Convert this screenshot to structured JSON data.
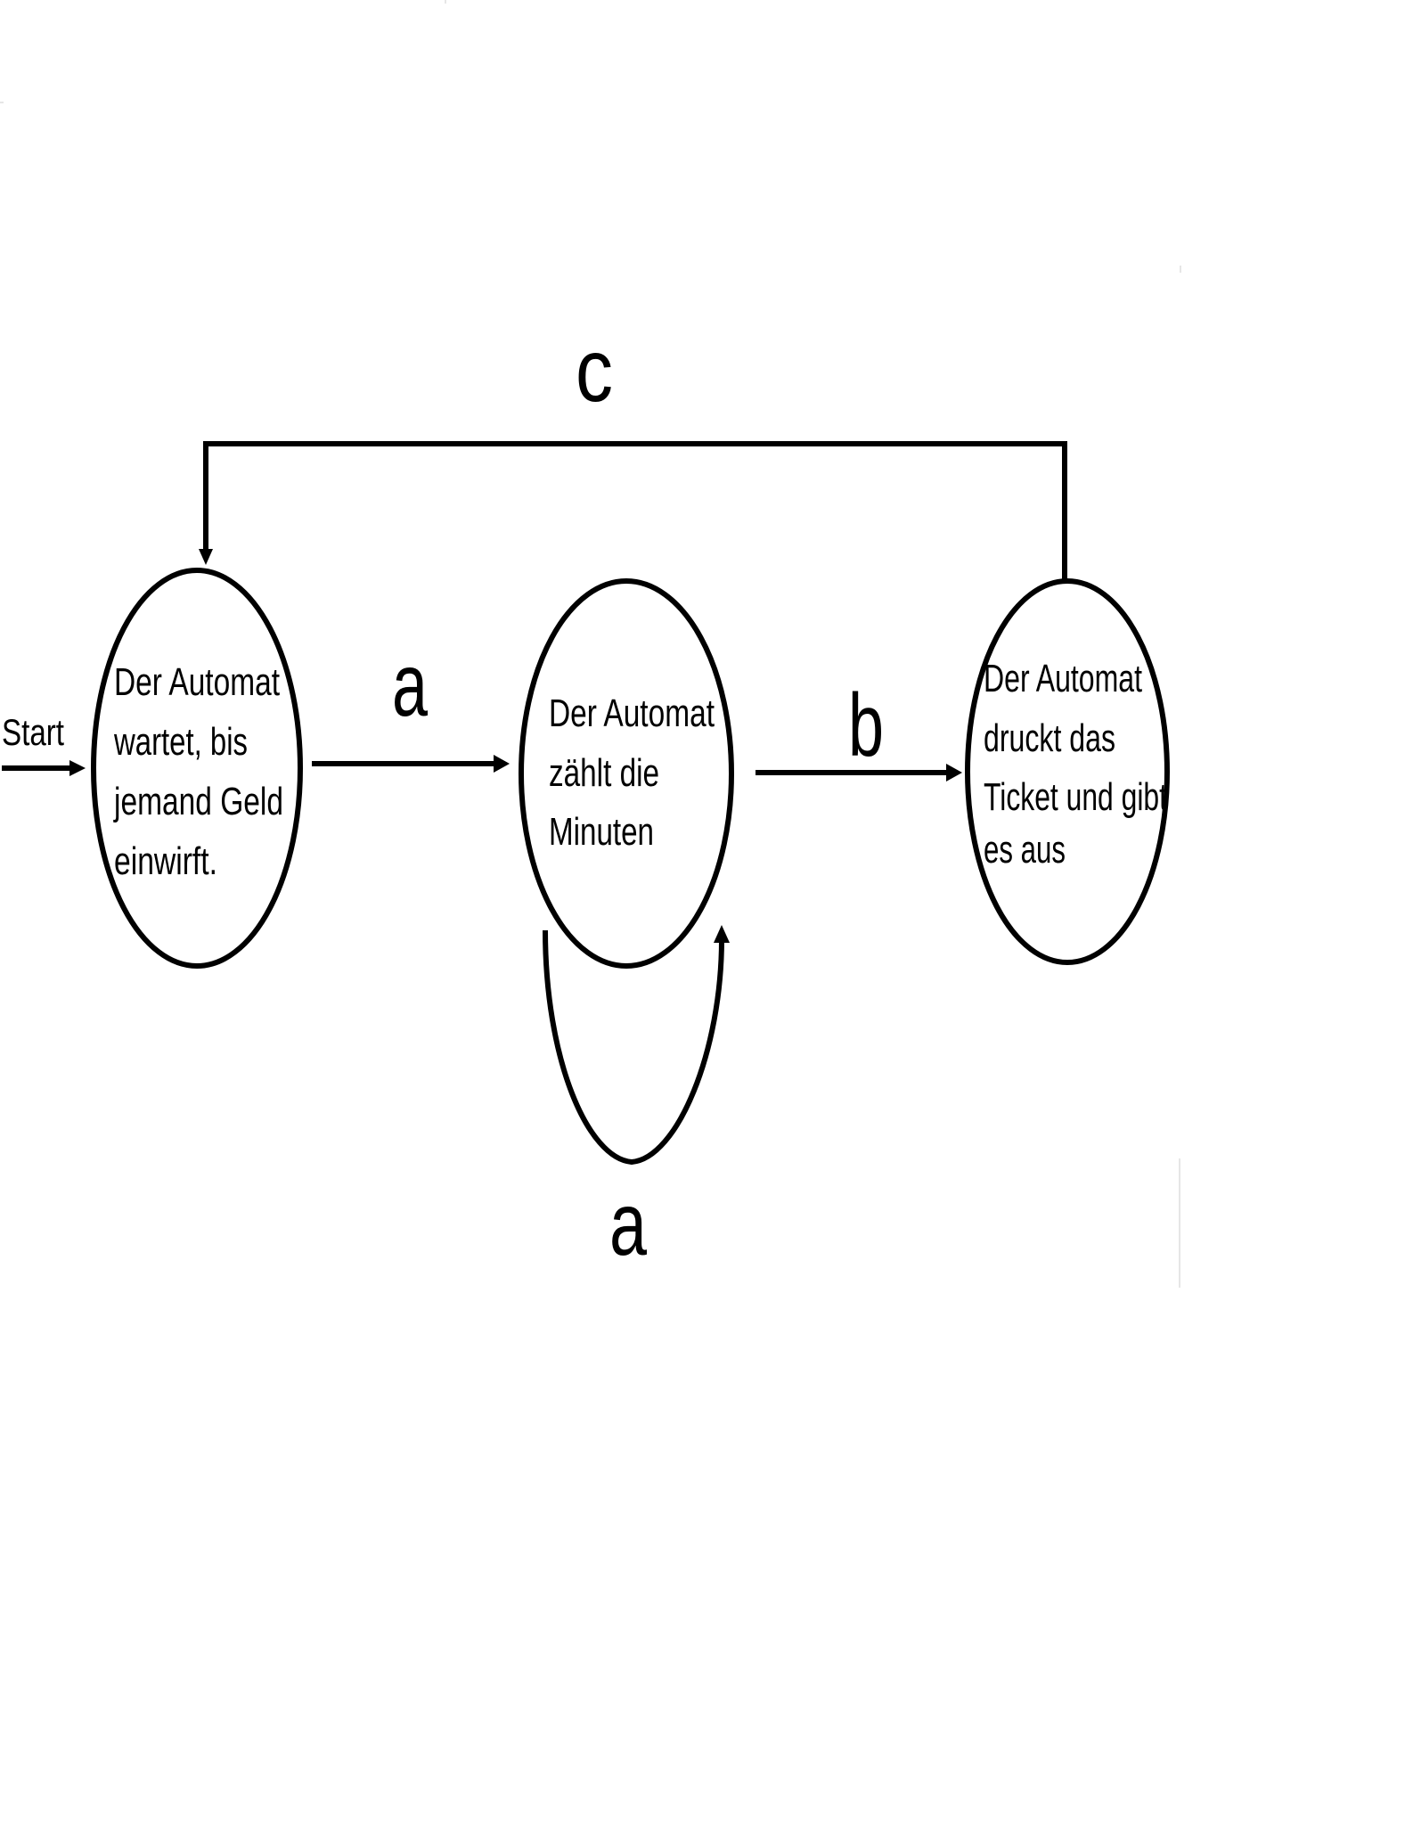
{
  "start_label": "Start",
  "states": [
    {
      "id": "warten",
      "lines": [
        "Der Automat",
        "wartet, bis",
        "jemand Geld",
        "einwirft."
      ]
    },
    {
      "id": "zaehlen",
      "lines": [
        "Der Automat",
        "zählt die",
        "Minuten"
      ]
    },
    {
      "id": "drucken",
      "lines": [
        "Der Automat",
        "druckt das",
        "Ticket und gibt",
        "es aus"
      ]
    }
  ],
  "transitions": [
    {
      "from": "warten",
      "to": "zaehlen",
      "label": "a"
    },
    {
      "from": "zaehlen",
      "to": "drucken",
      "label": "b"
    },
    {
      "from": "zaehlen",
      "to": "zaehlen",
      "label": "a"
    },
    {
      "from": "drucken",
      "to": "warten",
      "label": "c"
    }
  ],
  "colors": {
    "stroke": "#000000",
    "background": "#ffffff"
  }
}
